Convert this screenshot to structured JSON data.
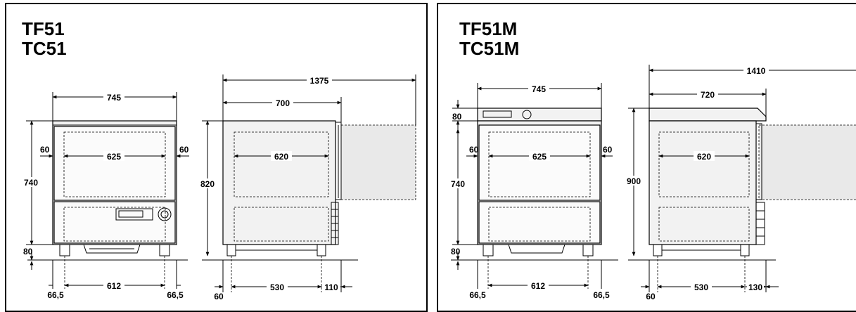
{
  "left": {
    "title_1": "TF51",
    "title_2": "TC51",
    "front": {
      "width": "745",
      "inner_width": "625",
      "height": "740",
      "foot": "80",
      "side_l": "60",
      "side_r": "60",
      "base_l": "66,5",
      "base_mid": "612",
      "base_r": "66,5"
    },
    "side": {
      "total_depth": "1375",
      "depth": "700",
      "inner_depth": "620",
      "height": "820",
      "base_l": "60",
      "base_mid": "530",
      "base_r": "110"
    }
  },
  "right": {
    "title_1": "TF51M",
    "title_2": "TC51M",
    "front": {
      "width": "745",
      "inner_width": "625",
      "top": "80",
      "height": "740",
      "foot": "80",
      "side_l": "60",
      "side_r": "60",
      "base_l": "66,5",
      "base_mid": "612",
      "base_r": "66,5"
    },
    "side": {
      "total_depth": "1410",
      "depth": "720",
      "inner_depth": "620",
      "height": "900",
      "base_l": "60",
      "base_mid": "530",
      "base_r": "130"
    }
  }
}
